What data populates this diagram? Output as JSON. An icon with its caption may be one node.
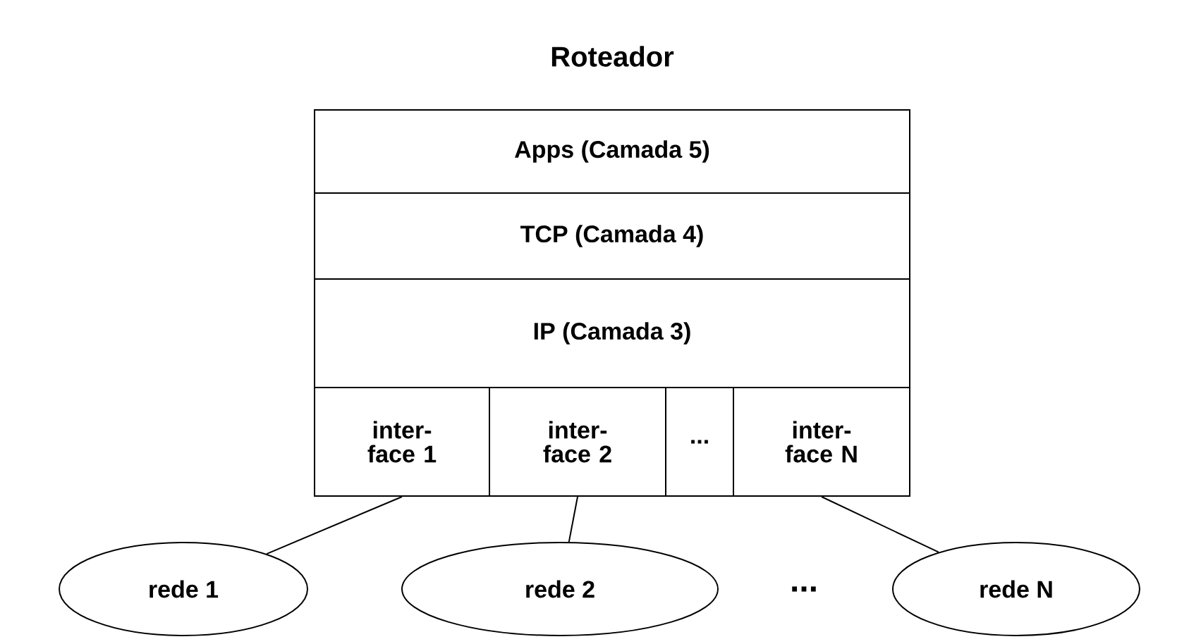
{
  "diagram": {
    "nodes": [
      {
        "text": [
          "Roteador"
        ]
      },
      {
        "text": [
          "Apps (Camada 5)"
        ],
        "in": 0
      },
      {
        "text": [
          "TCP (Camada 4)"
        ],
        "in": 0
      },
      {
        "text": [
          "IP (Camada 3)"
        ],
        "in": 0
      },
      {
        "text": [
          "inter- face 1"
        ],
        "in": 0
      },
      {
        "text": [
          "inter- face 2"
        ],
        "in": 0
      },
      {
        "text": [
          "..."
        ],
        "in": 0
      },
      {
        "text": [
          "inter- face N"
        ],
        "in": 0
      },
      {
        "text": [
          "rede 1"
        ]
      },
      {
        "text": [
          "rede 2"
        ]
      },
      {
        "text": [
          "rede N"
        ]
      }
    ],
    "edges": [
      {
        "from": 4,
        "to": 8,
        "arrow": "none"
      },
      {
        "from": 5,
        "to": 9,
        "arrow": "none"
      },
      {
        "from": 7,
        "to": 10,
        "arrow": "none"
      }
    ],
    "labels": [
      "..."
    ]
  }
}
